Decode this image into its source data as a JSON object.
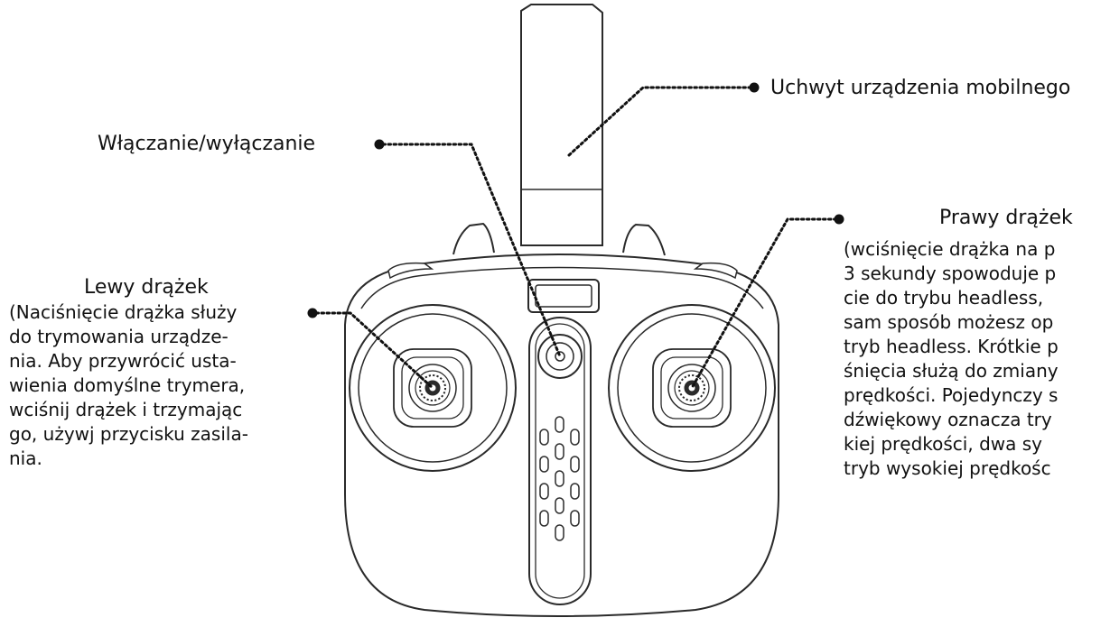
{
  "callouts": {
    "mount": {
      "title": "Uchwyt urządzenia mobilnego"
    },
    "power": {
      "title": "Włączanie/wyłączanie"
    },
    "left_stick": {
      "title": "Lewy drążek",
      "lines": [
        "(Naciśnięcie drążka służy",
        "do trymowania urządze-",
        "nia. Aby przywrócić usta-",
        "wienia domyślne trymera,",
        "wciśnij drążek i trzymając",
        "go, używj przycisku zasila-",
        "nia."
      ]
    },
    "right_stick": {
      "title": "Prawy drążek",
      "lines": [
        "(wciśnięcie drążka na p",
        "3 sekundy spowoduje p",
        "cie do trybu headless,",
        "sam sposób możesz op",
        "tryb headless. Krótkie p",
        "śnięcia służą do zmiany",
        "prędkości. Pojedynczy s",
        "dźwiękowy oznacza try",
        "kiej prędkości, dwa sy",
        "tryb wysokiej prędkośc"
      ]
    }
  },
  "colors": {
    "line": "#2a2a2a",
    "callout": "#111111",
    "text": "#111111"
  }
}
